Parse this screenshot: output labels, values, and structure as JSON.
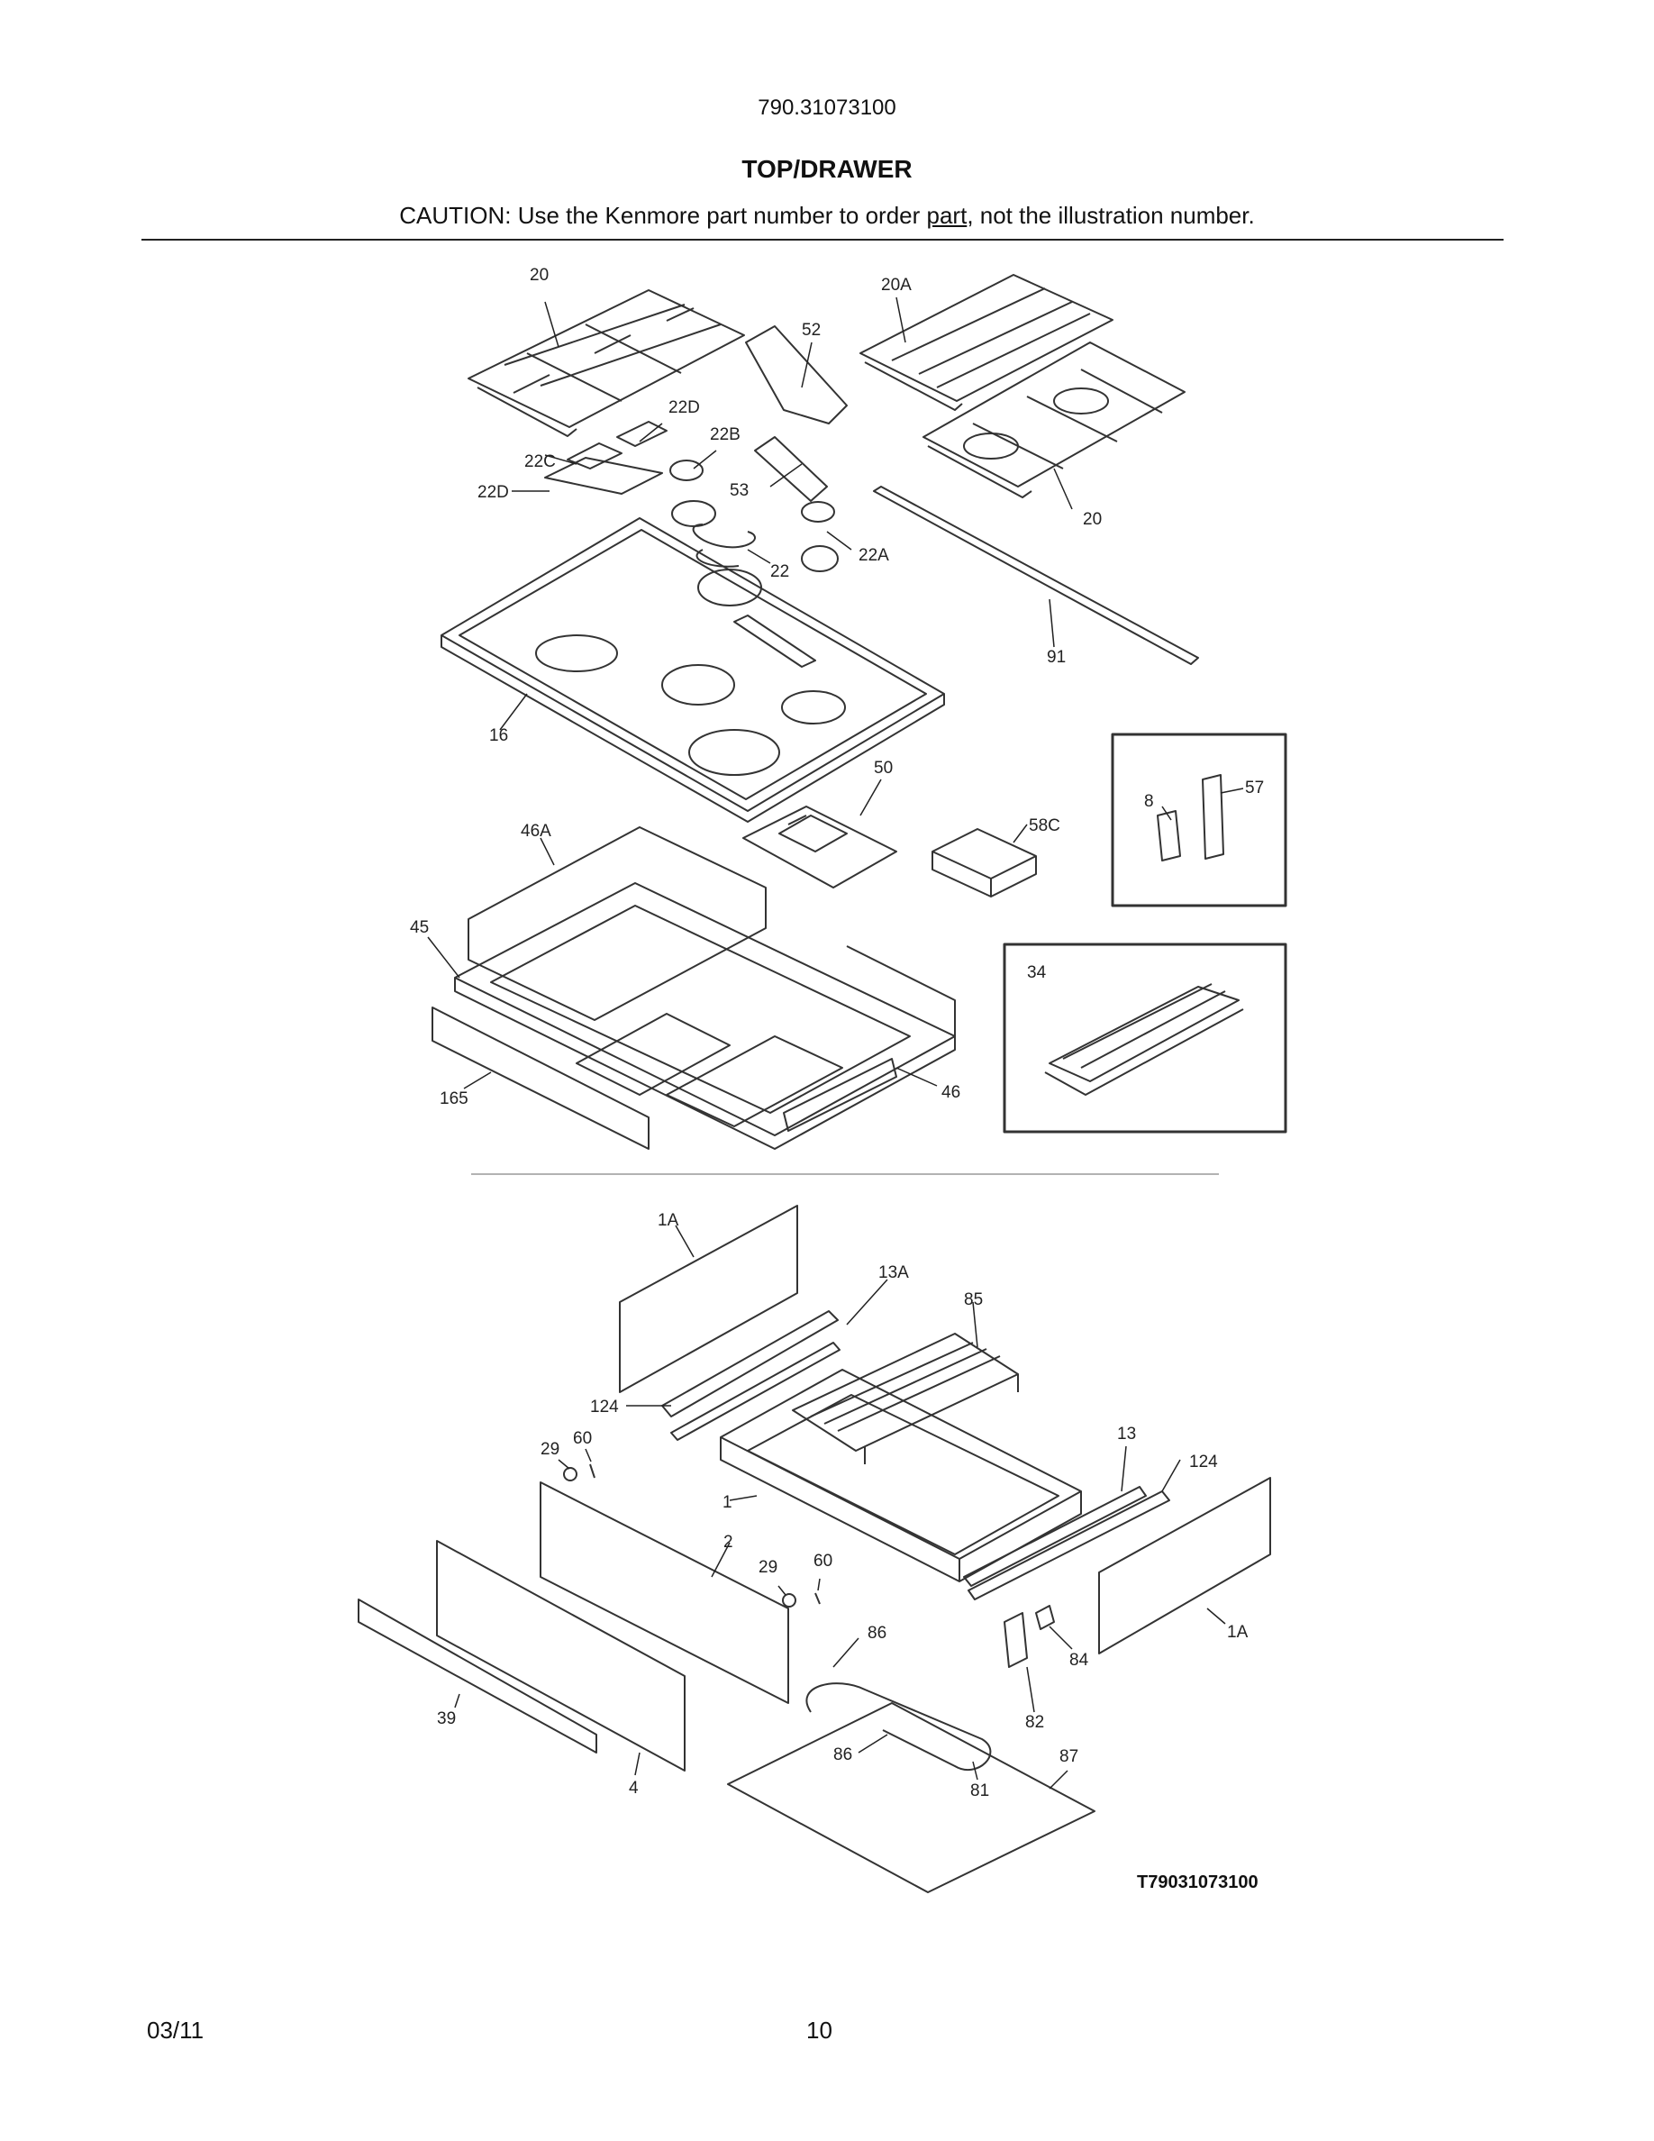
{
  "header": {
    "model_number": "790.31073100",
    "section_title": "TOP/DRAWER",
    "caution_prefix": "CAUTION: Use the Kenmore part number to order ",
    "caution_link": "part",
    "caution_suffix": ", not the illustration number."
  },
  "callouts": {
    "c20a": "20",
    "c20A": "20A",
    "c52": "52",
    "c22D_top": "22D",
    "c22B": "22B",
    "c22C": "22C",
    "c22D_left": "22D",
    "c53": "53",
    "c20b": "20",
    "c22": "22",
    "c22A": "22A",
    "c91": "91",
    "c16": "16",
    "c50": "50",
    "c58C": "58C",
    "c8": "8",
    "c57": "57",
    "c46A": "46A",
    "c45": "45",
    "c34": "34",
    "c165": "165",
    "c46": "46",
    "c1A_top": "1A",
    "c13A": "13A",
    "c85": "85",
    "c124_left": "124",
    "c29_left": "29",
    "c60_left": "60",
    "c13": "13",
    "c124_right": "124",
    "c1": "1",
    "c2": "2",
    "c29_mid": "29",
    "c60_mid": "60",
    "c86_top": "86",
    "c84": "84",
    "c1A_right": "1A",
    "c39": "39",
    "c82": "82",
    "c86_bot": "86",
    "c87": "87",
    "c4": "4",
    "c81": "81"
  },
  "figure_code": "T79031073100",
  "footer": {
    "date": "03/11",
    "page_number": "10"
  }
}
